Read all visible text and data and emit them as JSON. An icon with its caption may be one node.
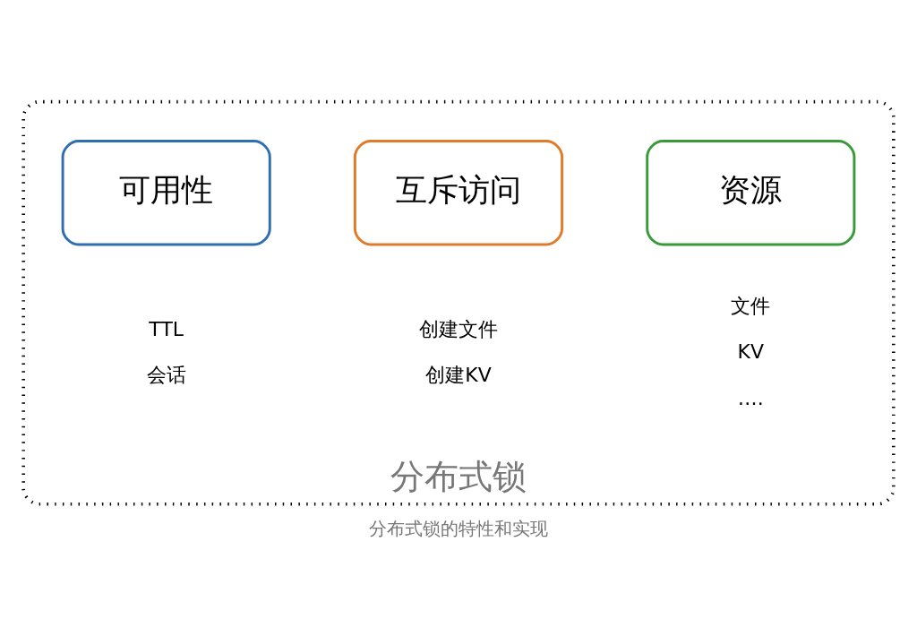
{
  "diagram": {
    "caption": "分布式锁的特性和实现",
    "nodes": [
      {
        "text": [
          "分布式锁"
        ]
      },
      {
        "text": [
          "资源"
        ],
        "in": 0,
        "beside": [
          "文件",
          "KV",
          "…."
        ]
      },
      {
        "text": [
          "互斥访问"
        ],
        "in": 0,
        "beside": [
          "创建文件",
          "创建KV"
        ]
      },
      {
        "text": [
          "可用性"
        ],
        "in": 0,
        "beside": [
          "TTL",
          "会话"
        ]
      }
    ],
    "edges": []
  }
}
